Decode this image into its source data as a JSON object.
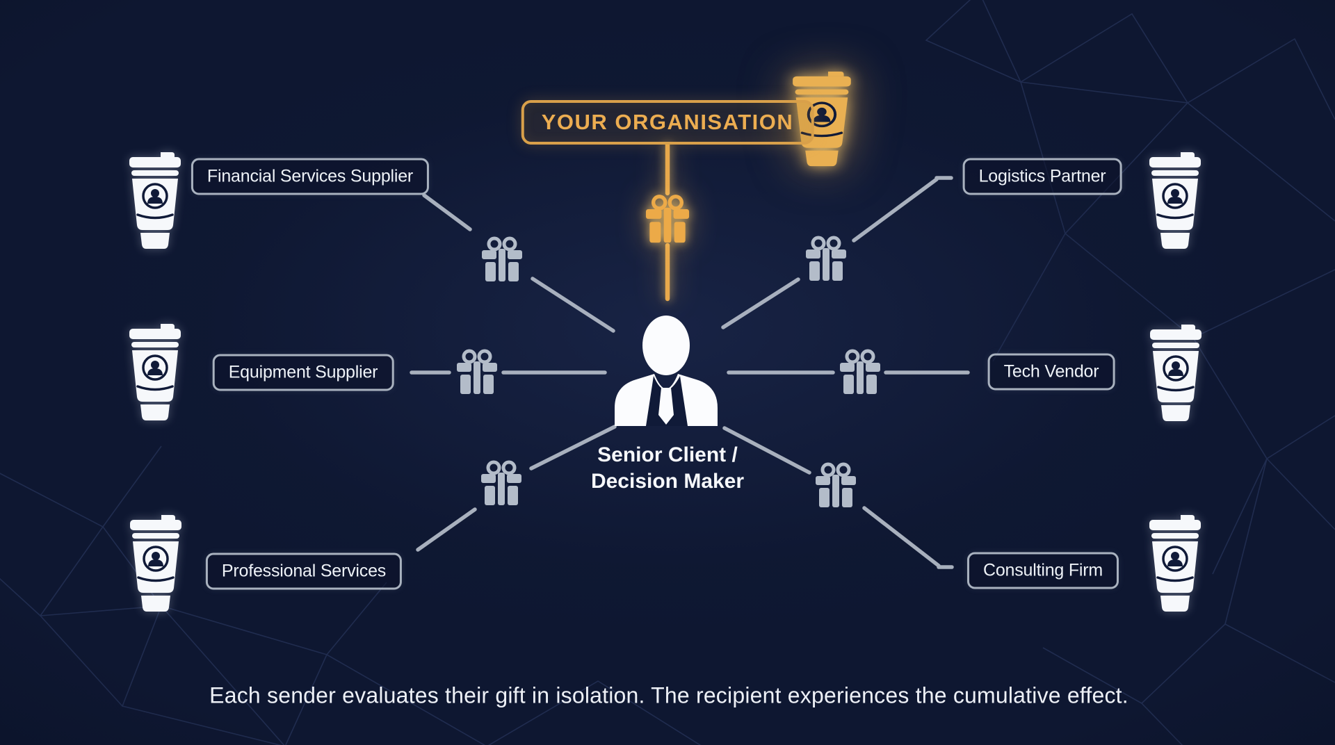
{
  "badge": {
    "label": "YOUR ORGANISATION"
  },
  "recipient": {
    "line1": "Senior Client /",
    "line2": "Decision Maker"
  },
  "senders_left": [
    {
      "label": "Financial Services Supplier"
    },
    {
      "label": "Equipment Supplier"
    },
    {
      "label": "Professional Services"
    }
  ],
  "senders_right": [
    {
      "label": "Logistics Partner"
    },
    {
      "label": "Tech Vendor"
    },
    {
      "label": "Consulting Firm"
    }
  ],
  "caption": "Each sender evaluates their gift in isolation. The recipient experiences the cumulative effect.",
  "colors": {
    "background": "#0e1731",
    "gold": "#e8a94c",
    "connector_gray": "#b5bdc9",
    "gift_gray": "#b3bcc9",
    "label_border": "#a9b2bf",
    "text_white": "#eef2f7"
  },
  "icons": {
    "gift_icon": "wrapped gift box with bow",
    "tumbler_icon": "travel tumbler with user badge",
    "person_icon": "business person silhouette"
  }
}
